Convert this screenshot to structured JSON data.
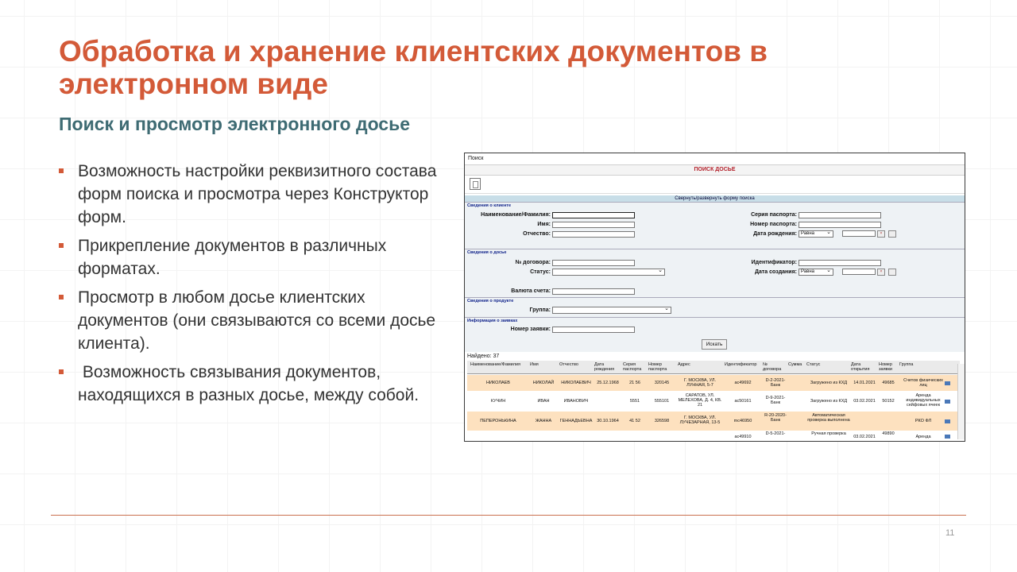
{
  "slide": {
    "title": "Обработка и хранение клиентских документов в электронном виде",
    "subtitle": "Поиск и просмотр электронного досье",
    "bullets": [
      "Возможность настройки реквизитного состава форм поиска и просмотра через Конструктор форм.",
      "Прикрепление документов в различных форматах.",
      "Просмотр в любом досье клиентских документов (они связываются со всеми досье клиента).",
      " Возможность связывания документов, находящихся в разных досье, между собой."
    ],
    "page_number": "11",
    "accent_color": "#D35A38",
    "subtitle_color": "#3E6B73"
  },
  "screenshot": {
    "header": "Поиск",
    "banner": "ПОИСК ДОСЬЕ",
    "collapse_label": "Свернуть/развернуть форму поиска",
    "sections": {
      "client": "Сведения о клиенте",
      "dossier": "Сведения о досье",
      "product": "Сведения о продукте",
      "requests": "Информация о заявках"
    },
    "fields": {
      "name": "Наименование/Фамилия:",
      "first_name": "Имя:",
      "patronymic": "Отчество:",
      "passport_series": "Серия паспорта:",
      "passport_number": "Номер паспорта:",
      "birth_date": "Дата рождения:",
      "contract_no": "№ договора:",
      "status": "Статус:",
      "identifier": "Идентификатор:",
      "created_date": "Дата создания:",
      "currency": "Валюта счета:",
      "group": "Группа:",
      "request_no": "Номер заявки:"
    },
    "date_mode": "Равна",
    "search_button": "Искать",
    "found": "Найдено: 37",
    "columns": [
      "Наименование/Фамилия",
      "Имя",
      "Отчество",
      "Дата рождения",
      "Серия паспорта",
      "Номер паспорта",
      "Адрес",
      "Идентификатор",
      "№ договора",
      "Сумма",
      "Статус",
      "Дата открытия",
      "Номер заявки",
      "Группа"
    ],
    "rows": [
      {
        "surname": "НИКОЛАЕВ",
        "name": "НИКОЛАЙ",
        "patronymic": "НИКОЛАЕВИЧ",
        "birth": "25.12.1968",
        "series": "21 56",
        "number": "320145",
        "address": "Г. МОСКВА, УЛ. ЛУННАЯ, 5-7",
        "id": "ac49692",
        "contract": "D-2-2021-Банк",
        "sum": "",
        "status": "Загружено из КХД",
        "opened": "14.01.2021",
        "request": "49685",
        "group": "Счетов физических лиц"
      },
      {
        "surname": "КУЧИН",
        "name": "ИВАН",
        "patronymic": "ИВАНОВИЧ",
        "birth": "",
        "series": "5551",
        "number": "555101",
        "address": "САРАТОВ, УЛ. МЕЛЕХОВА, Д. 4, КВ. 21",
        "id": "ac50161",
        "contract": "D-9-2021-Банк",
        "sum": "",
        "status": "Загружено из КХД",
        "opened": "03.02.2021",
        "request": "50152",
        "group": "Аренда индивидуальных сейфовых ячеек"
      },
      {
        "surname": "ПЕПЕРОНЬКИНА",
        "name": "ЖАННА",
        "patronymic": "ГЕННАДЬЕВНА",
        "birth": "30.10.1964",
        "series": "41 52",
        "number": "326598",
        "address": "Г. МОСКВА, УЛ. ЛУЧЕЗАРНАЯ, 13-5",
        "id": "mc46950",
        "contract": "R-20-2020-Банк",
        "sum": "",
        "status": "Автоматическая проверка выполнена",
        "opened": "",
        "request": "",
        "group": "РКО ФЛ"
      },
      {
        "surname": "",
        "name": "",
        "patronymic": "",
        "birth": "",
        "series": "",
        "number": "",
        "address": "",
        "id": "ac49910",
        "contract": "D-5-2021-",
        "sum": "",
        "status": "Ручная проверка",
        "opened": "03.02.2021",
        "request": "49890",
        "group": "Аренда"
      }
    ]
  }
}
